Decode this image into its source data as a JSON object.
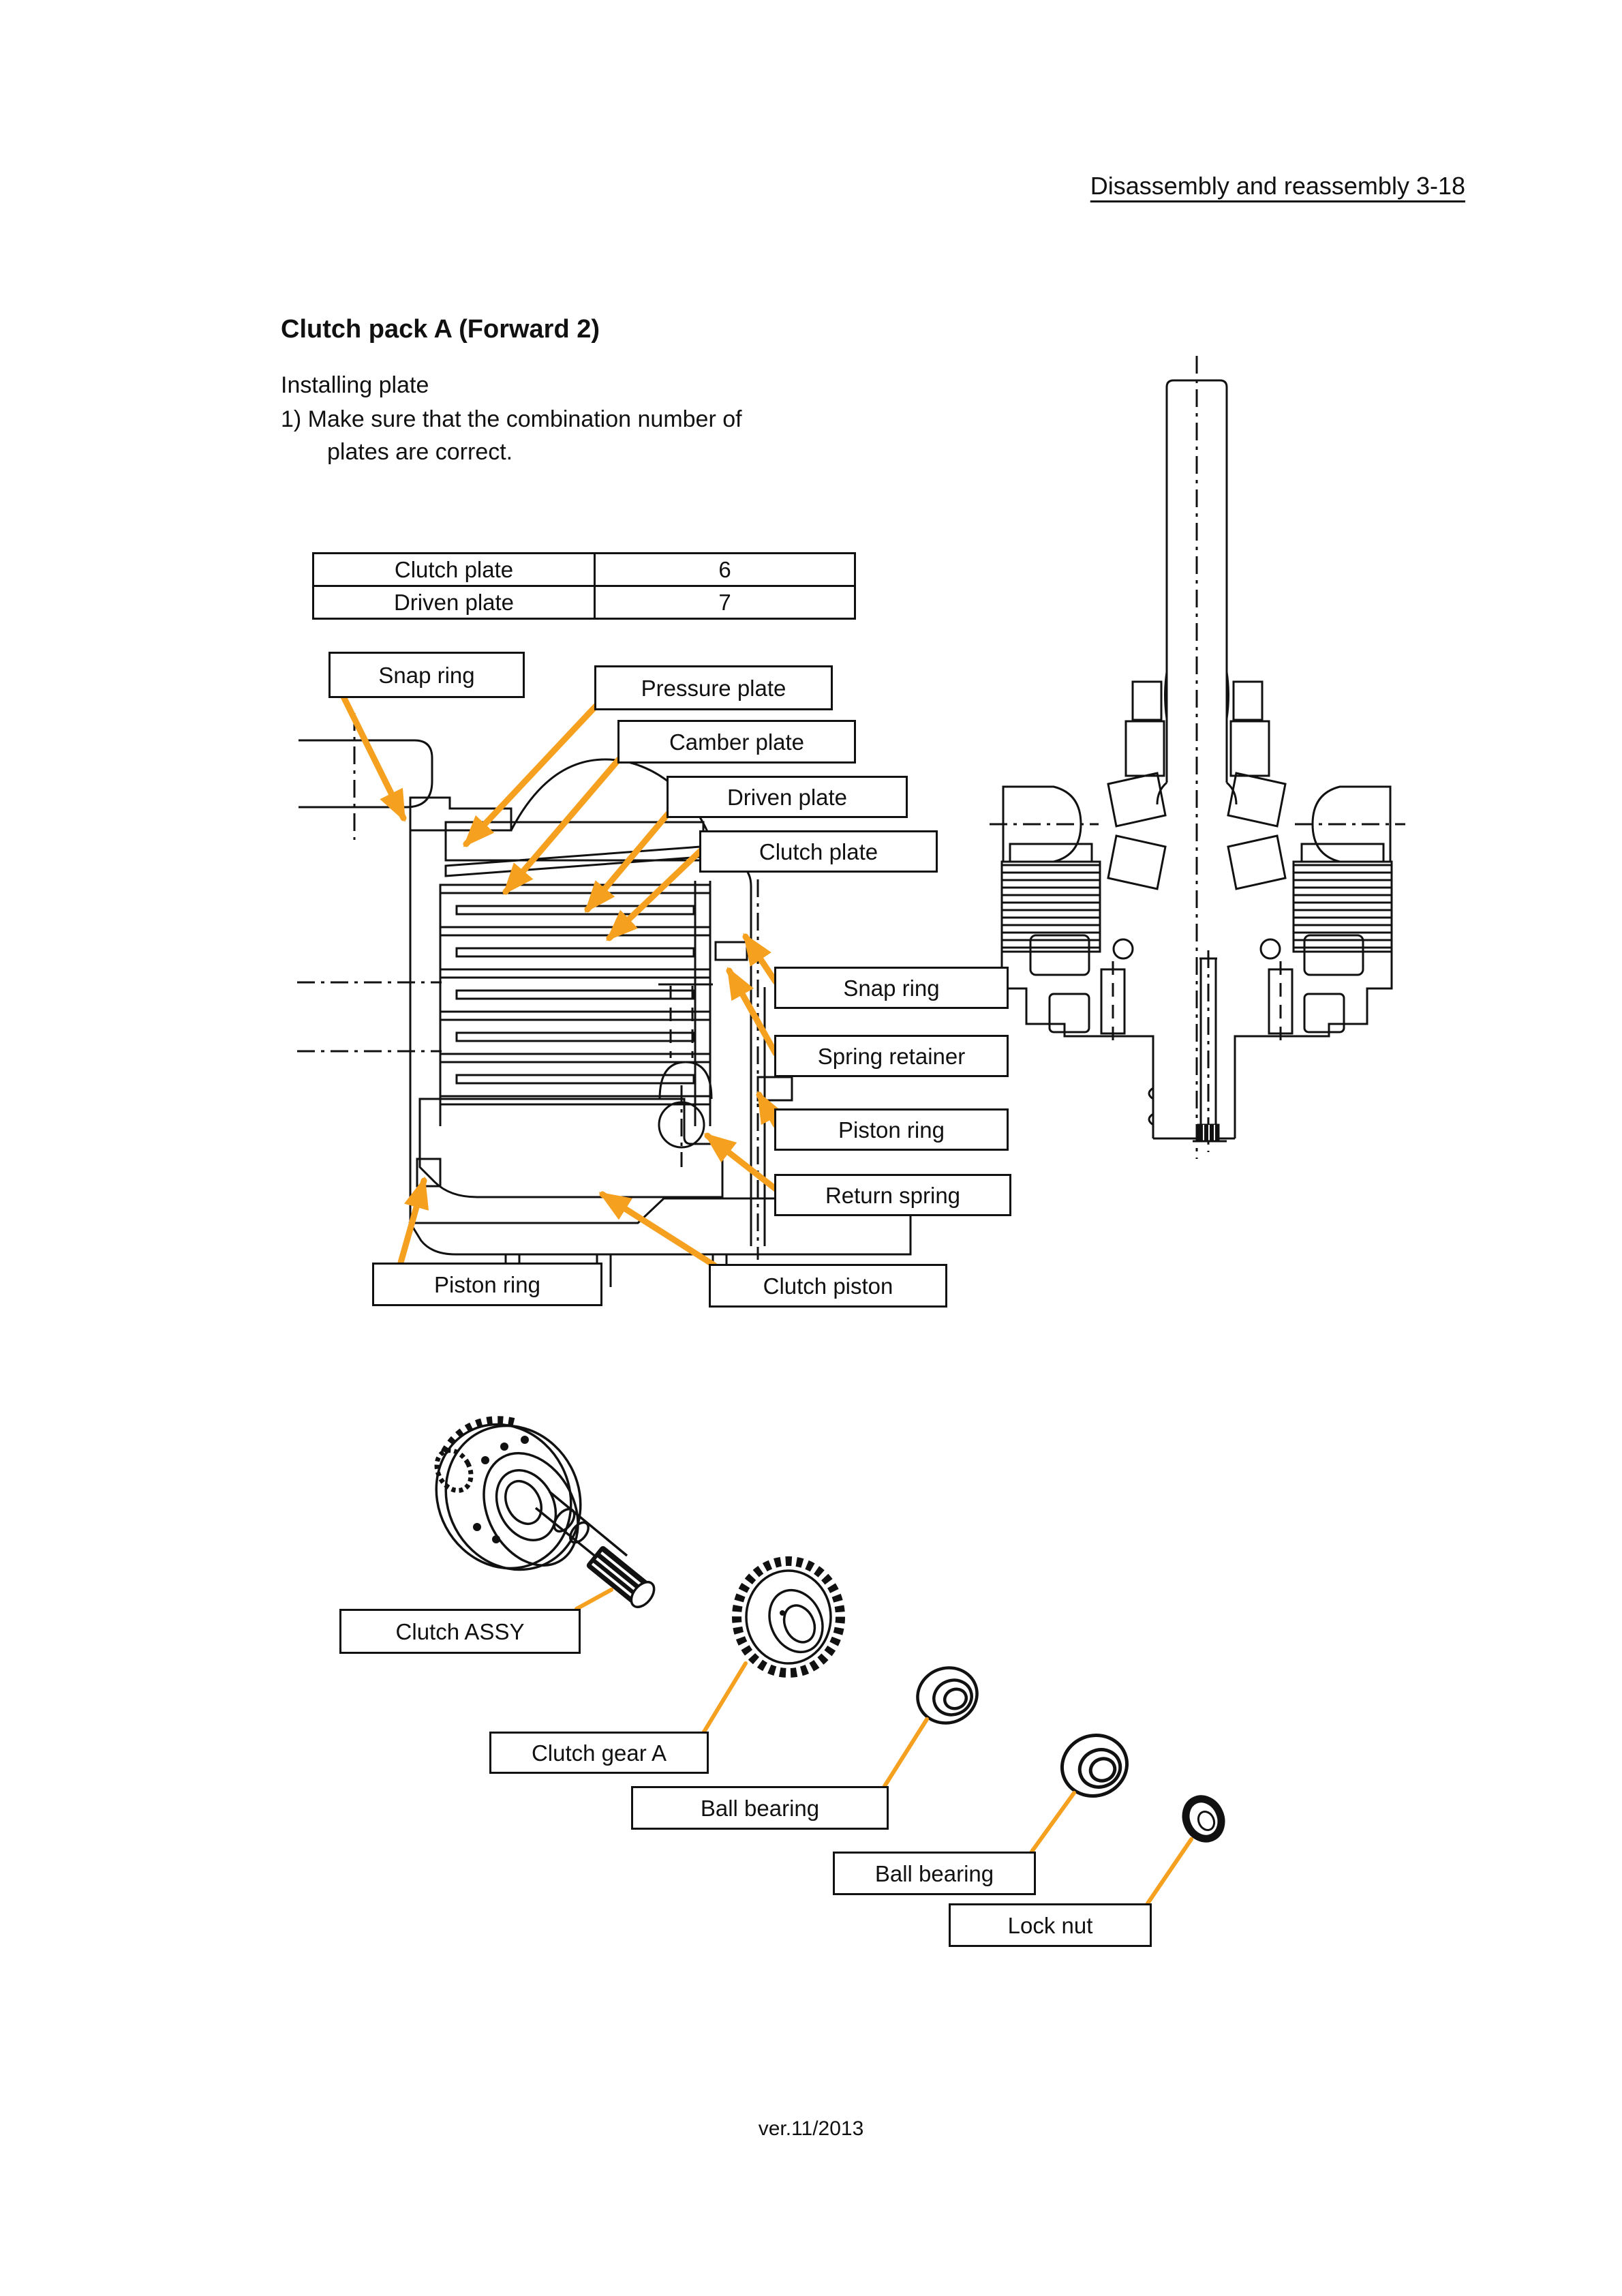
{
  "page": {
    "header": "Disassembly and reassembly 3-18",
    "footer": "ver.11/2013",
    "accent_color": "#F5A01E",
    "line_color": "#111111"
  },
  "content": {
    "title": "Clutch pack A (Forward 2)",
    "subtitle": "Installing plate",
    "step_line1": "1)  Make sure that the combination number of",
    "step_line2": "plates are correct."
  },
  "plate_table": {
    "rows": [
      {
        "label": "Clutch plate",
        "value": "6"
      },
      {
        "label": "Driven plate",
        "value": "7"
      }
    ]
  },
  "callouts": {
    "snap_ring_1": "Snap ring",
    "pressure_plate": "Pressure plate",
    "camber_plate": "Camber plate",
    "driven_plate": "Driven plate",
    "clutch_plate": "Clutch plate",
    "snap_ring_2": "Snap ring",
    "spring_retainer": "Spring retainer",
    "piston_ring_1": "Piston ring",
    "return_spring": "Return spring",
    "piston_ring_2": "Piston ring",
    "clutch_piston": "Clutch piston",
    "clutch_assy": "Clutch ASSY",
    "clutch_gear_a": "Clutch gear A",
    "ball_bearing_1": "Ball bearing",
    "ball_bearing_2": "Ball bearing",
    "lock_nut": "Lock nut"
  }
}
